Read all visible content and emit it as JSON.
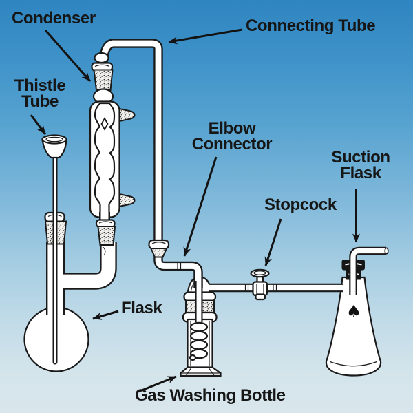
{
  "colors": {
    "background_top": "#2f85c0",
    "background_middle": "#7fb8da",
    "background_bottom": "#d9e7ec",
    "ink": "#1a1a1a",
    "glass_fill": "#ffffff"
  },
  "labels": {
    "condenser": "Condenser",
    "connecting_tube": "Connecting Tube",
    "thistle_tube": "Thistle\nTube",
    "elbow_connector": "Elbow\nConnector",
    "suction_flask": "Suction\nFlask",
    "stopcock": "Stopcock",
    "flask": "Flask",
    "gas_washing_bottle": "Gas Washing Bottle"
  },
  "marks": {
    "suction_flask_symbol": "♠"
  }
}
